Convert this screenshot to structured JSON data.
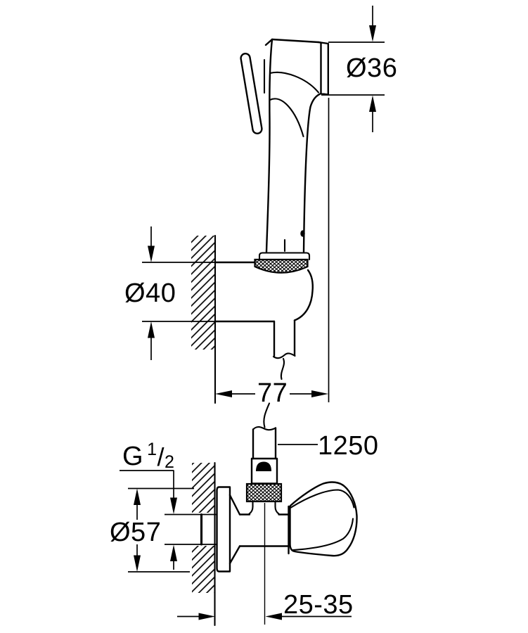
{
  "drawing": {
    "background_color": "#ffffff",
    "line_color": "#000000",
    "labels": {
      "spray_head_diameter": "Ø36",
      "holder_diameter": "Ø40",
      "wall_projection": "77",
      "hose_length": "1250",
      "thread": {
        "prefix": "G",
        "numerator": "1",
        "slash": "/",
        "denominator": "2"
      },
      "rosette_diameter": "Ø57",
      "wall_distance_range": "25-35"
    }
  }
}
